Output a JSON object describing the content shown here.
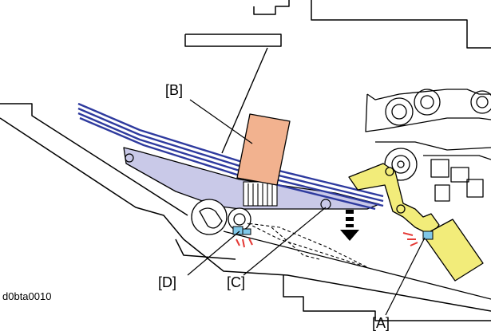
{
  "figure_id": "d0bta0010",
  "labels": {
    "a": "[A]",
    "b": "[B]",
    "c": "[C]",
    "d": "[D]"
  },
  "colors": {
    "paper_stack": "#2e3a9e",
    "tray": "#c9c9e8",
    "pad": "#f2b28f",
    "lever": "#f2ec7a",
    "sensor": "#7fc7e8",
    "signal": "#e53935",
    "outline": "#000000"
  },
  "icons": {
    "sensor_left": "sensor-d-icon",
    "sensor_right": "sensor-a-icon",
    "direction_arrow": "down-arrow-icon"
  }
}
